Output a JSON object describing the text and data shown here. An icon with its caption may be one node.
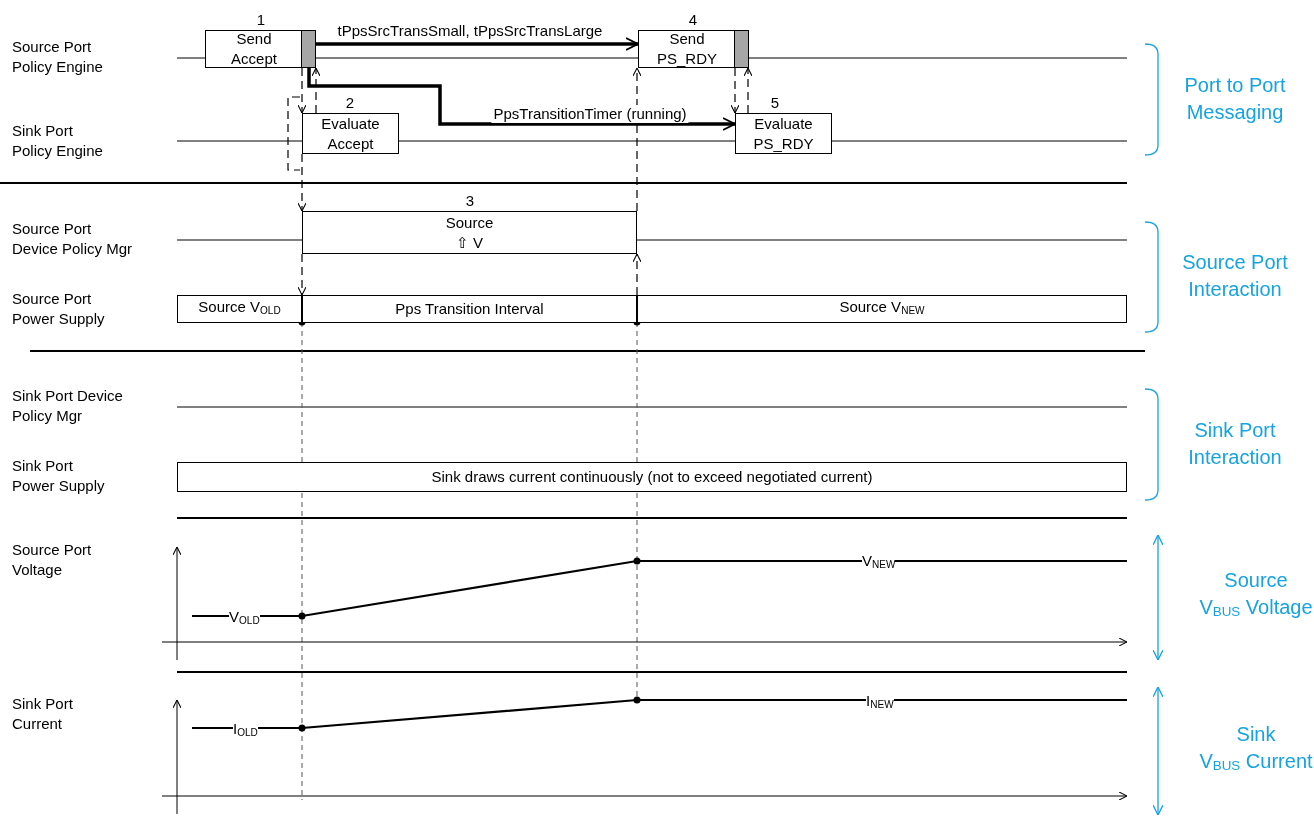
{
  "diagram": {
    "nodes": [
      {
        "text": [
          "Send Accept"
        ],
        "beside": [
          "1"
        ]
      },
      {
        "text": [
          "Send PS_RDY"
        ],
        "beside": [
          "4"
        ]
      },
      {
        "text": [
          "Evaluate Accept"
        ],
        "beside": [
          "2"
        ]
      },
      {
        "text": [
          "Evaluate PS_RDY"
        ],
        "beside": [
          "5"
        ]
      },
      {
        "text": [
          "Source ⇧ V"
        ],
        "beside": [
          "3"
        ]
      },
      {
        "text": [
          "Source V$_{OLD}$"
        ]
      },
      {
        "text": [
          "Pps Transition Interval"
        ]
      },
      {
        "text": [
          "Source V$_{NEW}$"
        ]
      },
      {
        "text": [
          "Sink draws current continuously (not to exceed negotiated current)"
        ]
      }
    ],
    "edges": [
      {
        "from": 0,
        "to": 1,
        "arrow": "to",
        "style": "thick",
        "label": "tPpsSrcTransSmall, tPpsSrcTransLarge"
      },
      {
        "from": 0,
        "to": 3,
        "arrow": "to",
        "style": "thick",
        "label": "PpsTransitionTimer (running)"
      },
      {
        "from": 0,
        "to": 2,
        "arrow": "to",
        "style": "dashed"
      },
      {
        "from": 2,
        "to": 0,
        "arrow": "to",
        "style": "dashed"
      },
      {
        "from": 2,
        "to": 4,
        "arrow": "to",
        "style": "dashed"
      },
      {
        "from": 4,
        "to": 6,
        "arrow": "to",
        "style": "dashed"
      },
      {
        "from": 6,
        "to": 4,
        "arrow": "to",
        "style": "dashed"
      },
      {
        "from": 4,
        "to": 1,
        "arrow": "to",
        "style": "dashed"
      },
      {
        "from": 1,
        "to": 3,
        "arrow": "to",
        "style": "dashed"
      },
      {
        "from": 3,
        "to": 1,
        "arrow": "to",
        "style": "dashed"
      }
    ],
    "labels": [
      "Source Port Policy Engine",
      "Sink Port Policy Engine",
      "Source Port Device Policy Mgr",
      "Source Port Power Supply",
      "Sink Port Device Policy Mgr",
      "Sink Port Power Supply",
      "Source Port Voltage",
      "Sink Port Current",
      "Port to Port Messaging",
      "Source Port Interaction",
      "Sink Port Interaction",
      "Source V$_{BUS}$ Voltage",
      "Sink V$_{BUS}$ Current",
      "V$_{OLD}$",
      "V$_{NEW}$",
      "I$_{OLD}$",
      "I$_{NEW}$"
    ]
  }
}
